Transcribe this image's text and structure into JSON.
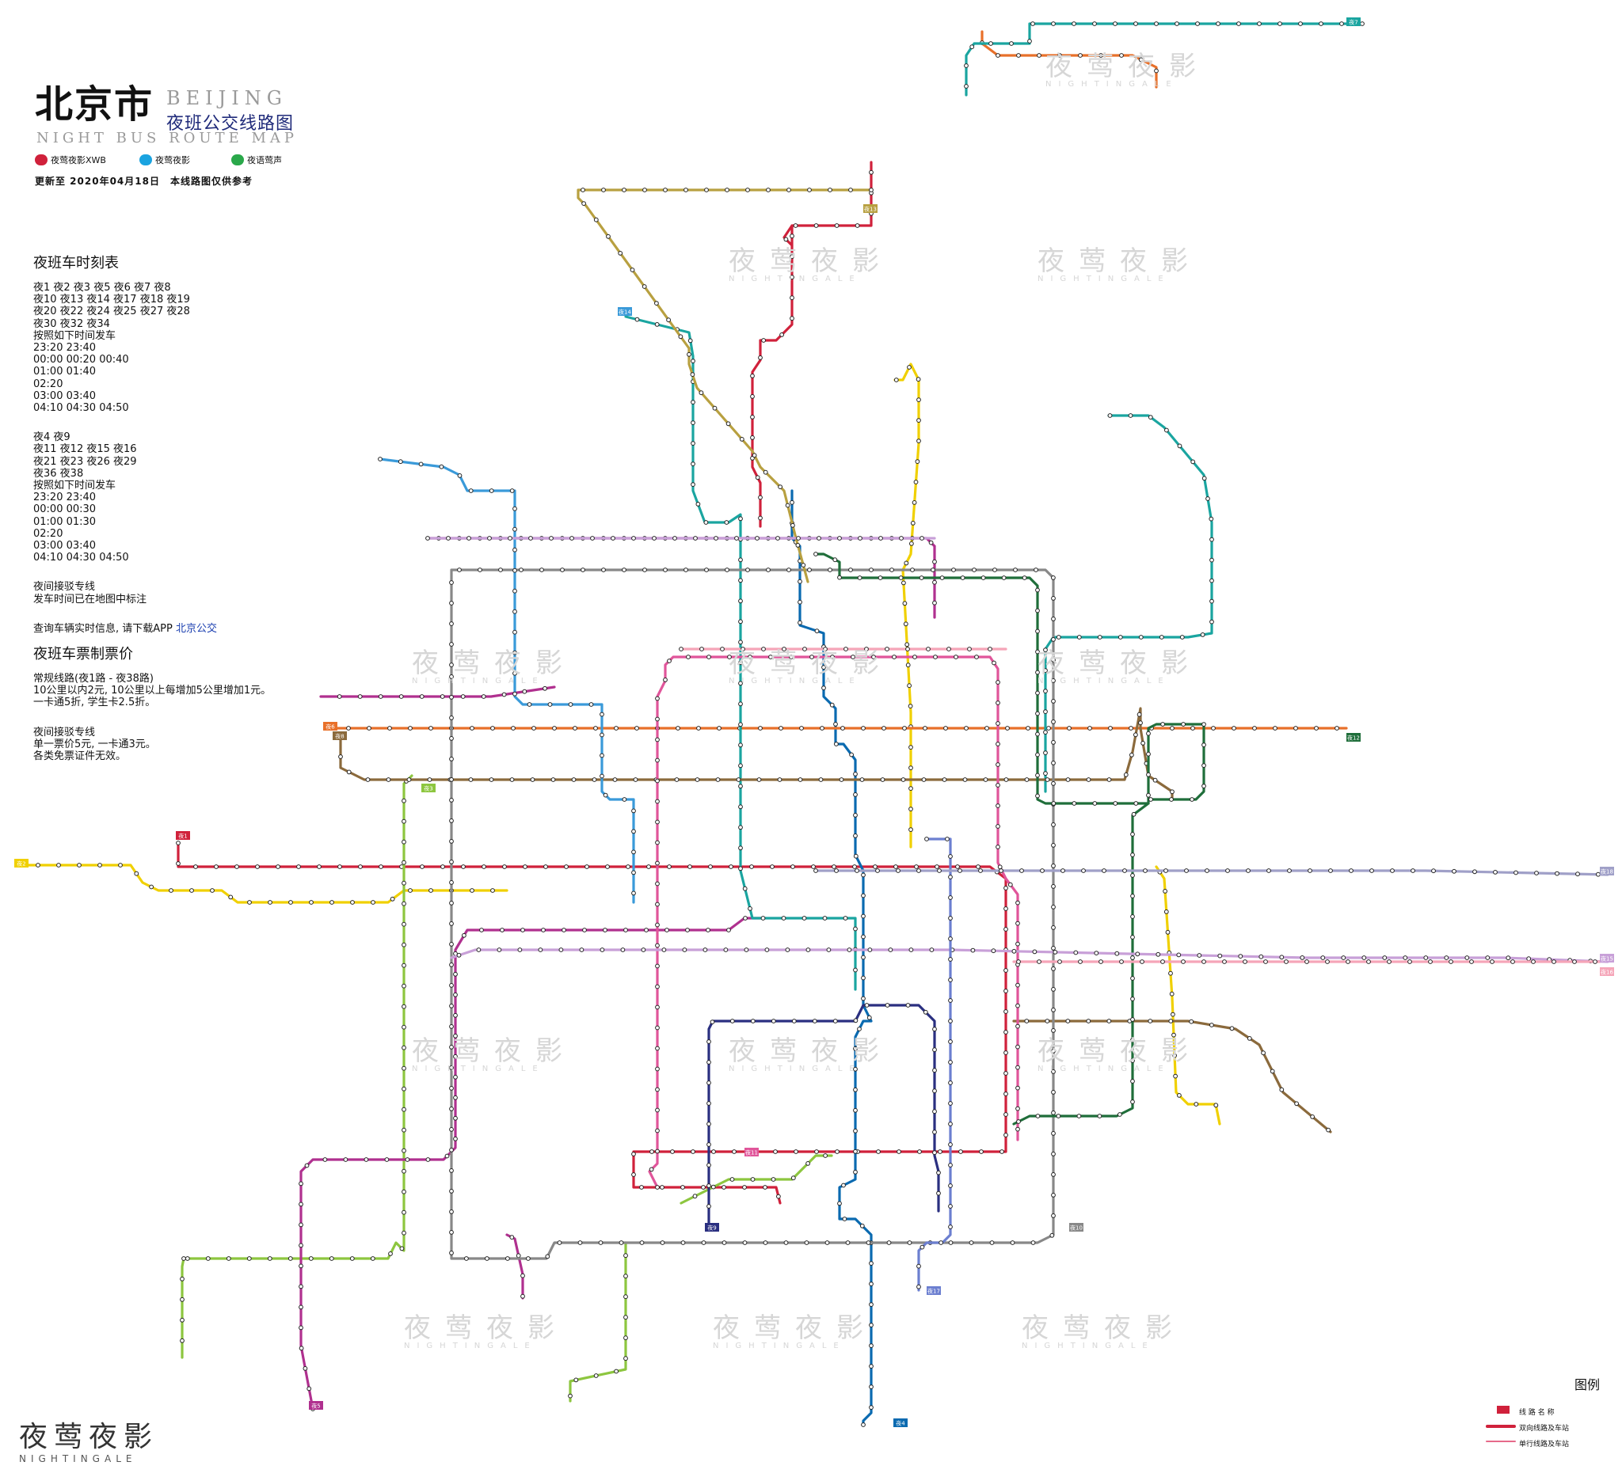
{
  "header": {
    "title_cn": "北京市",
    "title_en": "BEIJING",
    "subtitle_cn": "夜班公交线路图",
    "subtitle_en": "NIGHT BUS ROUTE MAP",
    "socials": [
      {
        "name": "夜莺夜影XWB",
        "color": "#d0213b"
      },
      {
        "name": "夜莺夜影",
        "color": "#1aa3e0"
      },
      {
        "name": "夜语莺声",
        "color": "#2aa84a"
      }
    ],
    "updated": "更新至 2020年04月18日　本线路图仅供参考"
  },
  "schedule": {
    "title": "夜班车时刻表",
    "group1_routes": [
      "夜1 夜2 夜3 夜5 夜6 夜7 夜8",
      "夜10 夜13 夜14 夜17 夜18 夜19",
      "夜20 夜22 夜24 夜25 夜27 夜28",
      "夜30 夜32 夜34"
    ],
    "group1_note": "按照如下时间发车",
    "group1_times": [
      "23:20 23:40",
      "00:00 00:20 00:40",
      "01:00 01:40",
      "02:20",
      "03:00 03:40",
      "04:10 04:30 04:50"
    ],
    "group2_routes": [
      "夜4 夜9",
      "夜11 夜12 夜15 夜16",
      "夜21 夜23 夜26 夜29",
      "夜36 夜38"
    ],
    "group2_note": "按照如下时间发车",
    "group2_times": [
      "23:20 23:40",
      "00:00 00:30",
      "01:00 01:30",
      "02:20",
      "03:00 03:40",
      "04:10 04:30 04:50"
    ],
    "shuttle_title": "夜间接驳专线",
    "shuttle_note": "发车时间已在地图中标注",
    "app_note": "查询车辆实时信息, 请下载APP ",
    "app_name": "北京公交"
  },
  "fares": {
    "title": "夜班车票制票价",
    "regular_title": "常规线路(夜1路 - 夜38路)",
    "regular_lines": [
      "10公里以内2元, 10公里以上每增加5公里增加1元。",
      "一卡通5折, 学生卡2.5折。"
    ],
    "shuttle_title": "夜间接驳专线",
    "shuttle_lines": [
      "单一票价5元, 一卡通3元。",
      "各类免票证件无效。"
    ]
  },
  "watermark": {
    "cn": "夜莺夜影",
    "en": "NIGHTINGALE"
  },
  "logo": {
    "cn": "夜莺夜影",
    "en": "NIGHTINGALE"
  },
  "legend": {
    "title": "图例",
    "items": [
      "线 路 名 称",
      "双向线路及车站",
      "单行线路及车站"
    ]
  },
  "map_data": {
    "routes": [
      {
        "id": "r1",
        "color": "#d0213b",
        "label": "夜1"
      },
      {
        "id": "r2",
        "color": "#f0d000",
        "label": "夜2"
      },
      {
        "id": "r3",
        "color": "#8dc63f",
        "label": "夜3"
      },
      {
        "id": "r4",
        "color": "#0a6ab0",
        "label": "夜4"
      },
      {
        "id": "r5",
        "color": "#b0308f",
        "label": "夜5"
      },
      {
        "id": "r6",
        "color": "#e8702a",
        "label": "夜6"
      },
      {
        "id": "r7",
        "color": "#1aa5a0",
        "label": "夜7"
      },
      {
        "id": "r8",
        "color": "#8b6a3c",
        "label": "夜8"
      },
      {
        "id": "r9",
        "color": "#2a2f80",
        "label": "夜9"
      },
      {
        "id": "r10",
        "color": "#888888",
        "label": "夜10"
      },
      {
        "id": "r11",
        "color": "#e0559a",
        "label": "夜11"
      },
      {
        "id": "r12",
        "color": "#1f6e3a",
        "label": "夜12"
      },
      {
        "id": "r13",
        "color": "#b8a040",
        "label": "夜13"
      },
      {
        "id": "r14",
        "color": "#3a9ad9",
        "label": "夜14"
      },
      {
        "id": "r15",
        "color": "#c8a0d8",
        "label": "夜15"
      },
      {
        "id": "r16",
        "color": "#f5a5b8",
        "label": "夜16"
      },
      {
        "id": "r17",
        "color": "#6c7fd0",
        "label": "夜17"
      },
      {
        "id": "r18",
        "color": "#a0a0c8",
        "label": "夜18"
      }
    ]
  }
}
